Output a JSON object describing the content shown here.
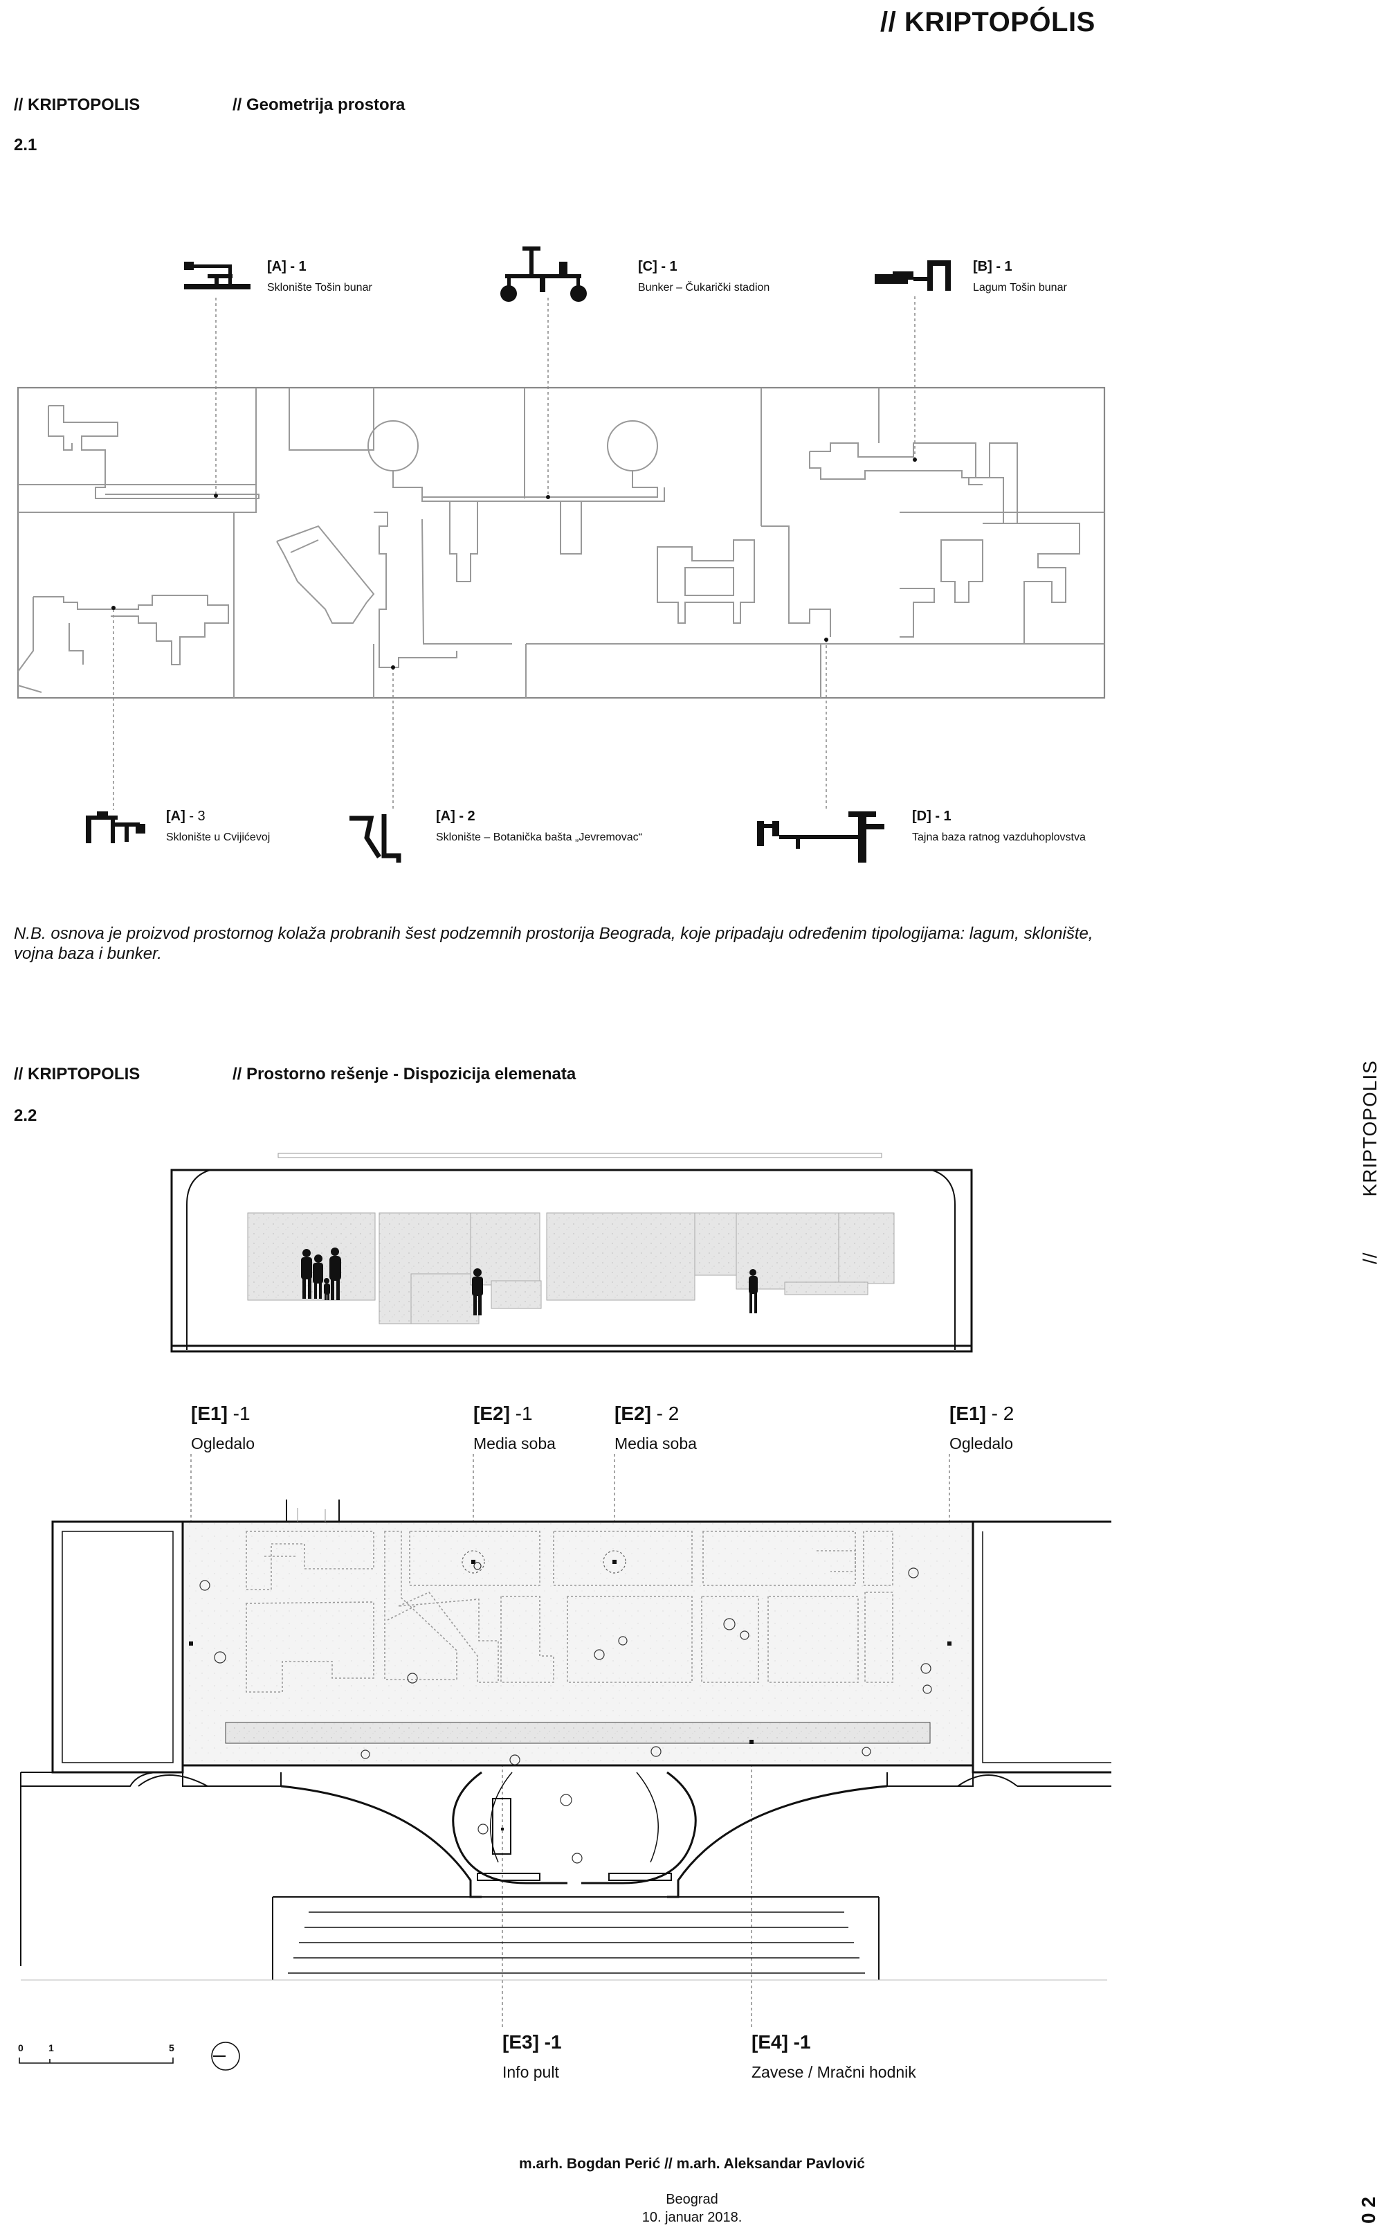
{
  "header": {
    "title": "// KRIPTOPÓLIS"
  },
  "section1": {
    "left": "// KRIPTOPOLIS",
    "right": "// Geometrija prostora",
    "number": "2.1"
  },
  "top_labels": [
    {
      "code": "[A]",
      "num": " - 1",
      "name": "Sklonište Tošin bunar"
    },
    {
      "code": "[C]",
      "num": " - 1",
      "name": "Bunker – Čukarički stadion"
    },
    {
      "code": "[B]",
      "num": " - 1",
      "name": "Lagum Tošin bunar"
    }
  ],
  "bottom_labels": [
    {
      "code": "[A]",
      "num": " - 3",
      "name": "Sklonište u Cvijićevoj"
    },
    {
      "code": "[A]",
      "num": " - 2",
      "name": "Sklonište – Botanička bašta „Jevremovac“"
    },
    {
      "code": "[D]",
      "num": " - 1",
      "name": "Tajna baza ratnog vazduhoplovstva"
    }
  ],
  "note": "N.B. osnova je proizvod prostornog kolaža probranih šest podzemnih prostorija Beograda, koje pripadaju određenim tipologijama: lagum, sklonište, vojna baza i bunker.",
  "section2": {
    "left": "// KRIPTOPOLIS",
    "right": "// Prostorno rešenje - Dispozicija elemenata",
    "number": "2.2"
  },
  "element_labels": [
    {
      "code": "[E1]",
      "num": " -1",
      "name": "Ogledalo"
    },
    {
      "code": "[E2]",
      "num": " -1",
      "name": "Media soba"
    },
    {
      "code": "[E2]",
      "num": " - 2",
      "name": "Media soba"
    },
    {
      "code": "[E1]",
      "num": " - 2",
      "name": "Ogledalo"
    }
  ],
  "lower_labels": [
    {
      "code": "[E3] -1",
      "name": "Info pult"
    },
    {
      "code": "[E4] -1",
      "name": "Zavese / Mračni hodnik"
    }
  ],
  "scale": {
    "ticks": [
      "0",
      "1",
      "5"
    ]
  },
  "side": {
    "slash": "//",
    "text": "KRIPTOPOLIS",
    "page": "0 2"
  },
  "footer": {
    "authors": "m.arh. Bogdan Perić // m.arh. Aleksandar Pavlović",
    "city": "Beograd",
    "date": "10. januar 2018."
  },
  "colors": {
    "ink": "#111111",
    "line": "#999999",
    "fill": "#e4e4e4"
  }
}
